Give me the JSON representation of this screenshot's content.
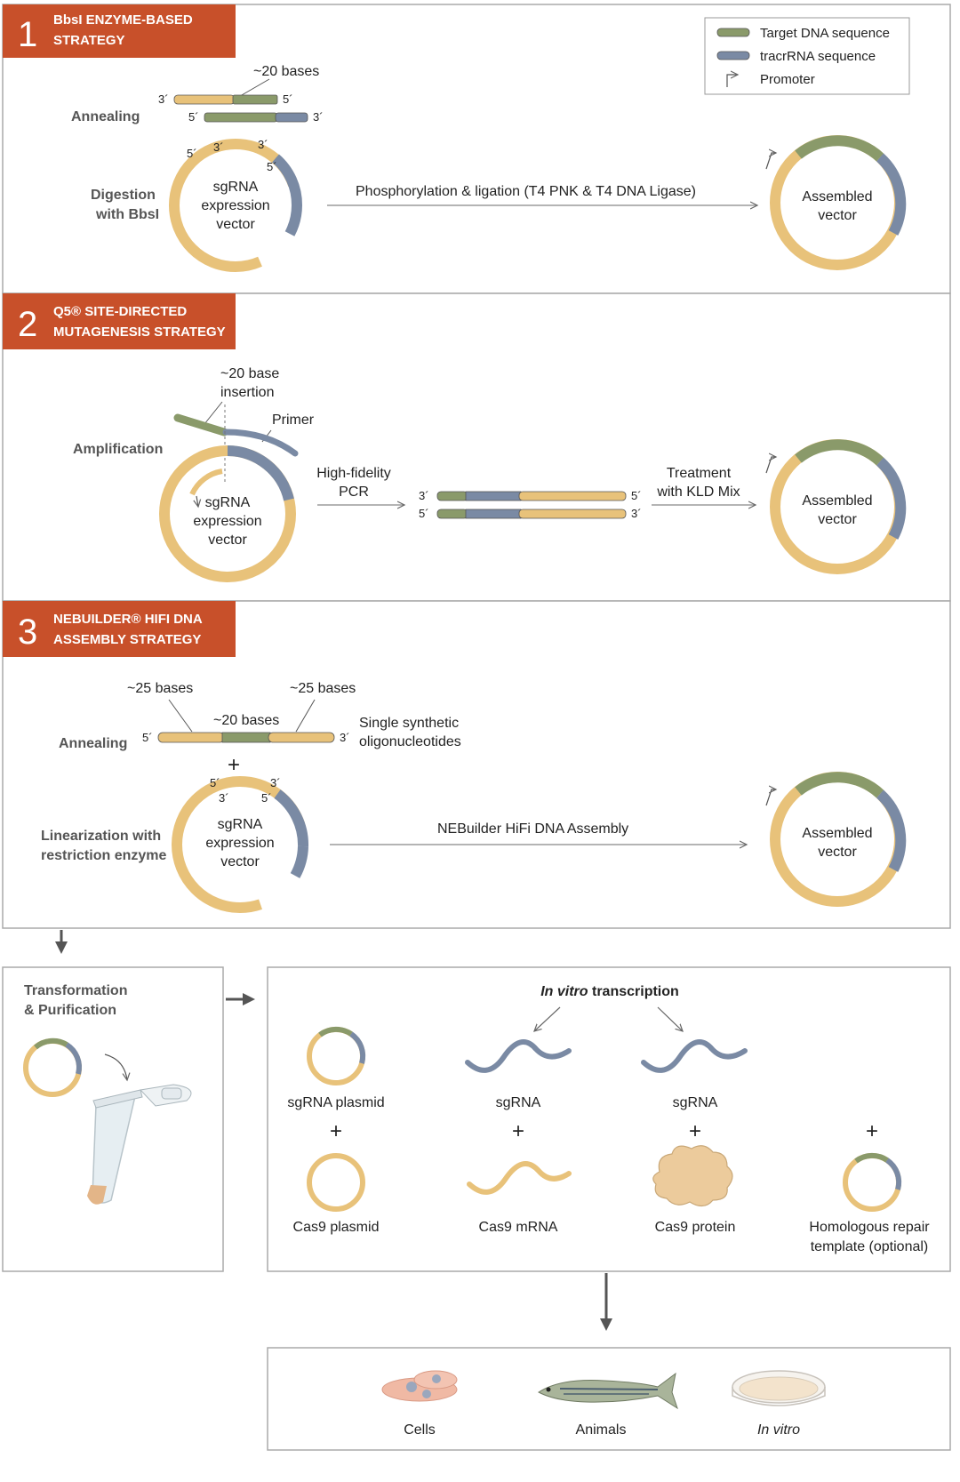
{
  "legend": {
    "target": "Target DNA sequence",
    "tracr": "tracrRNA sequence",
    "promoter": "Promoter"
  },
  "colors": {
    "accent": "#c8502a",
    "target": "#8a9a6a",
    "tracr": "#7a8aa4",
    "backbone": "#e8c27a",
    "arrow": "#555555"
  },
  "section1": {
    "number": "1",
    "title_line1": "BbsI ENZYME-BASED",
    "title_line2": "STRATEGY",
    "annealing": "Annealing",
    "bases20": "~20 bases",
    "digestion_line1": "Digestion",
    "digestion_line2": "with BbsI",
    "vector_line1": "sgRNA",
    "vector_line2": "expression",
    "vector_line3": "vector",
    "step": "Phosphorylation & ligation (T4 PNK & T4 DNA Ligase)",
    "assembled_line1": "Assembled",
    "assembled_line2": "vector",
    "p3": "3´",
    "p5": "5´"
  },
  "section2": {
    "number": "2",
    "title_line1": "Q5® SITE-DIRECTED",
    "title_line2": "MUTAGENESIS STRATEGY",
    "insertion_line1": "~20 base",
    "insertion_line2": "insertion",
    "primer": "Primer",
    "amplification": "Amplification",
    "vector_line1": "sgRNA",
    "vector_line2": "expression",
    "vector_line3": "vector",
    "pcr_line1": "High-fidelity",
    "pcr_line2": "PCR",
    "kld_line1": "Treatment",
    "kld_line2": "with KLD Mix",
    "assembled_line1": "Assembled",
    "assembled_line2": "vector",
    "p3": "3´",
    "p5": "5´"
  },
  "section3": {
    "number": "3",
    "title_line1": "NEBUILDER® HIFI DNA",
    "title_line2": "ASSEMBLY STRATEGY",
    "bases25a": "~25 bases",
    "bases25b": "~25 bases",
    "bases20": "~20 bases",
    "annealing": "Annealing",
    "oligo_line1": "Single synthetic",
    "oligo_line2": "oligonucleotides",
    "plus": "+",
    "linear_line1": "Linearization with",
    "linear_line2": "restriction enzyme",
    "vector_line1": "sgRNA",
    "vector_line2": "expression",
    "vector_line3": "vector",
    "step": "NEBuilder HiFi DNA Assembly",
    "assembled_line1": "Assembled",
    "assembled_line2": "vector",
    "p3": "3´",
    "p5": "5´"
  },
  "transformation": {
    "line1": "Transformation",
    "line2": "& Purification"
  },
  "delivery": {
    "ivt_italic": "In vitro",
    "ivt_rest": " transcription",
    "sgrna_plasmid": "sgRNA plasmid",
    "sgrna1": "sgRNA",
    "sgrna2": "sgRNA",
    "plus": "+",
    "cas9_plasmid": "Cas9 plasmid",
    "cas9_mrna": "Cas9 mRNA",
    "cas9_protein": "Cas9 protein",
    "hr_line1": "Homologous repair",
    "hr_line2": "template (optional)"
  },
  "targets": {
    "cells": "Cells",
    "animals": "Animals",
    "invitro": "In vitro"
  }
}
